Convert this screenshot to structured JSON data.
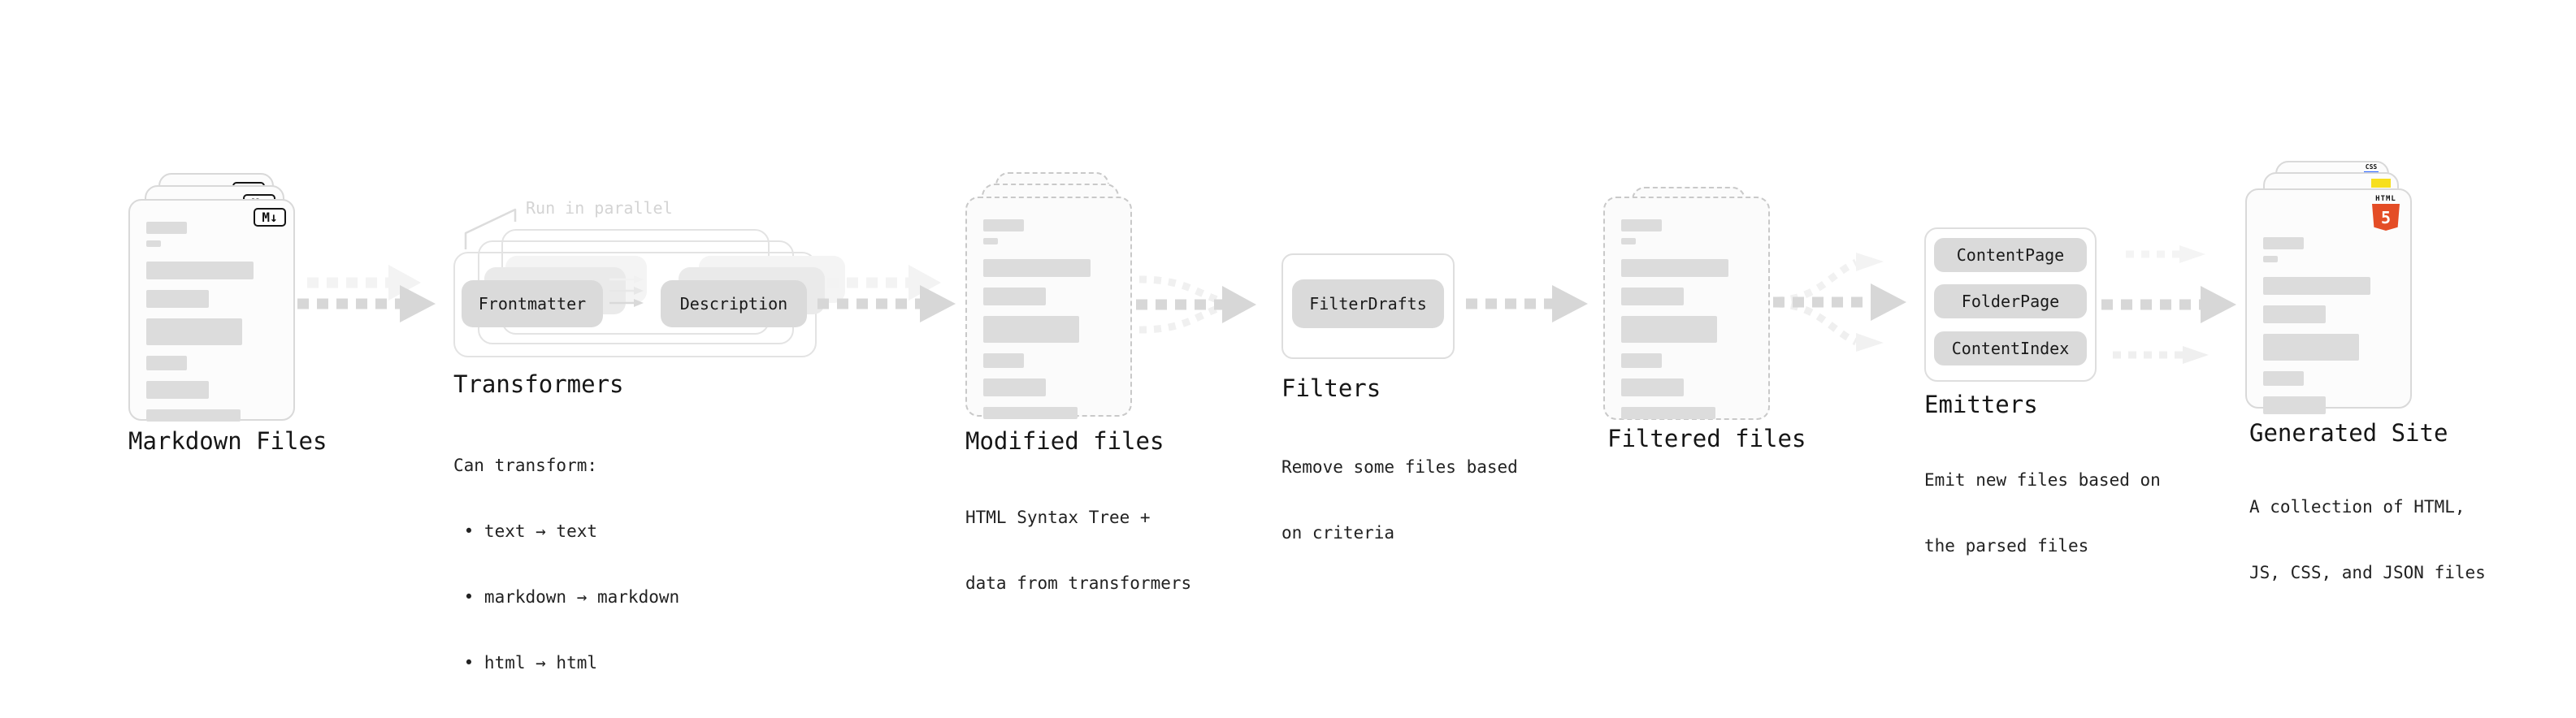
{
  "steps": {
    "markdown_files": {
      "label": "Markdown Files",
      "badge": "M↓"
    },
    "transformers": {
      "label": "Transformers",
      "note": "Run in parallel",
      "chip_a": "Frontmatter",
      "chip_b": "Description",
      "desc": [
        "Can transform:",
        " • text → text",
        " • markdown → markdown",
        " • html → html"
      ]
    },
    "modified_files": {
      "label": "Modified files",
      "desc": [
        "HTML Syntax Tree +",
        "data from transformers"
      ]
    },
    "filters": {
      "label": "Filters",
      "chip": "FilterDrafts",
      "desc": [
        "Remove some files based",
        "on criteria"
      ]
    },
    "filtered_files": {
      "label": "Filtered files"
    },
    "emitters": {
      "label": "Emitters",
      "chips": [
        "ContentPage",
        "FolderPage",
        "ContentIndex"
      ],
      "desc": [
        "Emit new files based on",
        "the parsed files"
      ]
    },
    "generated_site": {
      "label": "Generated Site",
      "badge_html_label": "HTML",
      "badge_html_number": "5",
      "badge_css_label": "CSS",
      "desc": [
        "A collection of HTML,",
        "JS, CSS, and JSON files"
      ]
    }
  },
  "colors": {
    "arrow": "#d7d7d7",
    "arrow_light": "#f1f1f1",
    "chip_bg": "#dadada",
    "card_border": "#d9d9d9",
    "html5_orange": "#e44d26",
    "js_yellow": "#f7df1e",
    "css_blue": "#2962ff"
  }
}
